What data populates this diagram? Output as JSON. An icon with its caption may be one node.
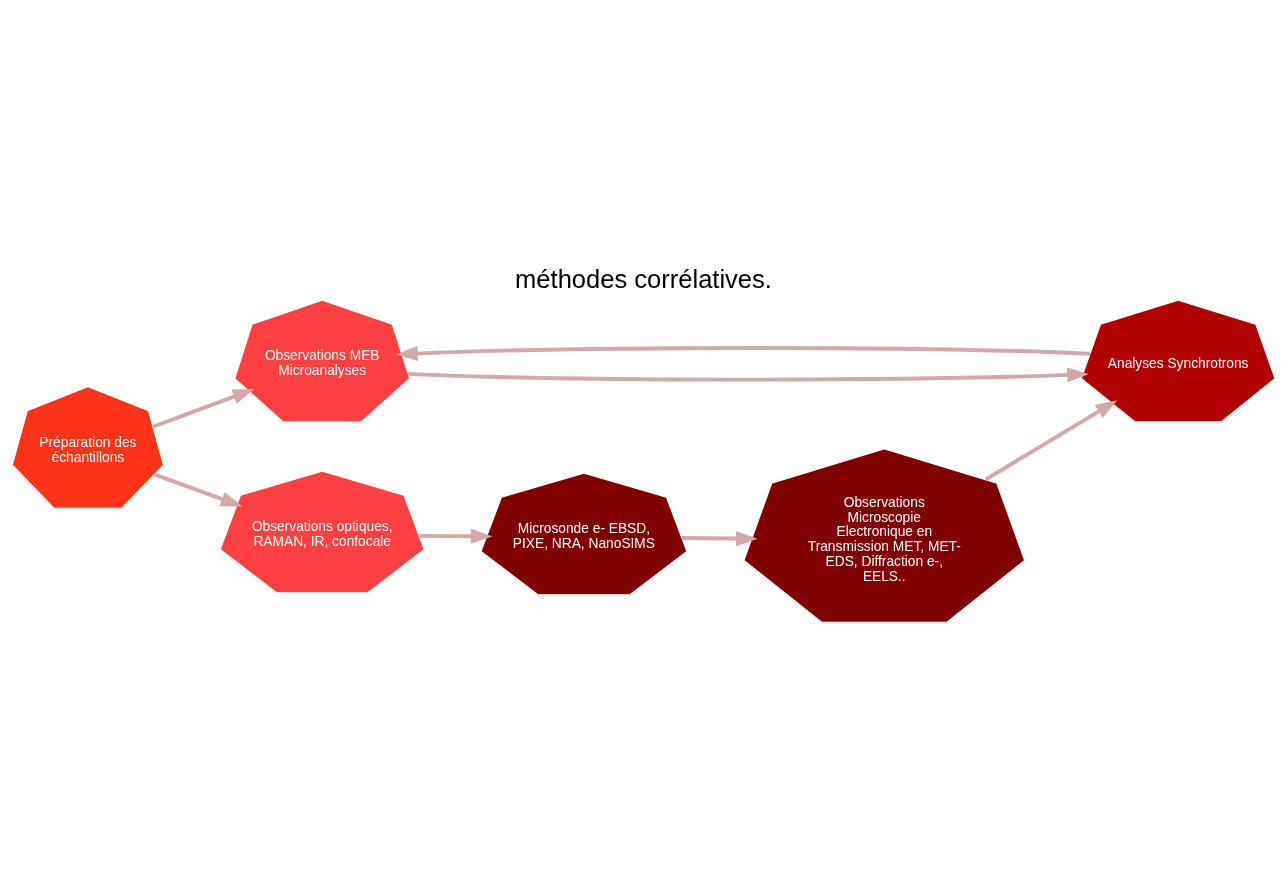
{
  "diagram": {
    "title": "méthodes corrélatives.",
    "nodes": [
      {
        "text": [
          "Observations MEB Microanalyses"
        ]
      },
      {
        "text": [
          "Préparation des échantillons"
        ]
      },
      {
        "text": [
          "Observations optiques, RAMAN, IR, confocale"
        ]
      },
      {
        "text": [
          "Analyses Synchrotrons"
        ]
      },
      {
        "text": [
          "Observations Microscopie Electronique en Transmission MET, MET-EDS, Diffraction e-, EELS.."
        ]
      },
      {
        "text": [
          "Microsonde e- EBSD, PIXE, NRA, NanoSIMS"
        ]
      }
    ],
    "edges": [
      {
        "from": 1,
        "to": 0,
        "arrow": "to"
      },
      {
        "from": 1,
        "to": 2,
        "arrow": "to"
      },
      {
        "from": 3,
        "to": 0,
        "arrow": "to"
      },
      {
        "from": 0,
        "to": 3,
        "arrow": "to"
      },
      {
        "from": 2,
        "to": 5,
        "arrow": "to"
      },
      {
        "from": 5,
        "to": 4,
        "arrow": "to"
      },
      {
        "from": 4,
        "to": 3,
        "arrow": "to"
      }
    ]
  }
}
